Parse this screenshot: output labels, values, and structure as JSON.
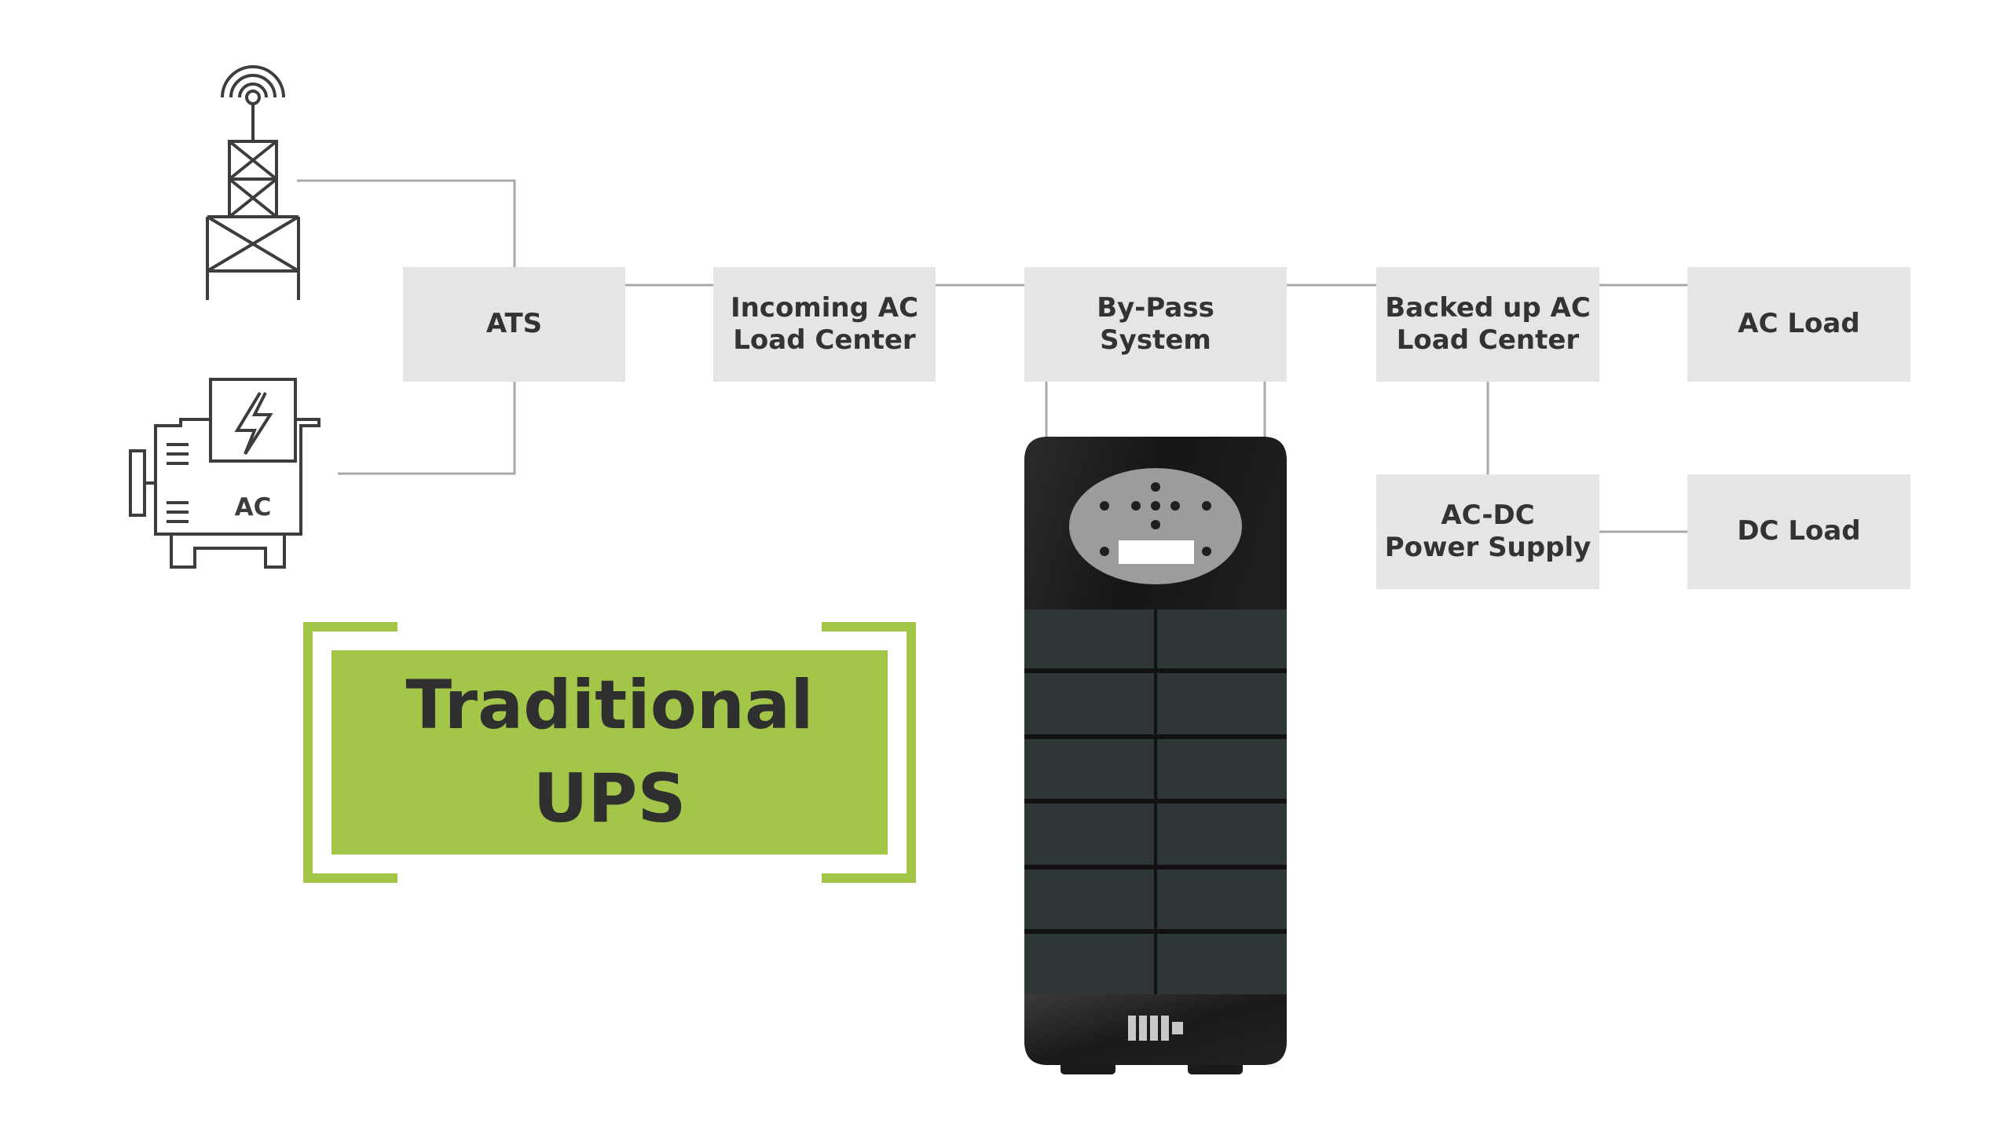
{
  "nodes": {
    "ats": "ATS",
    "incoming_ac": "Incoming AC\nLoad Center",
    "bypass": "By-Pass\nSystem",
    "backed_up_ac": "Backed up AC\nLoad Center",
    "ac_load": "AC Load",
    "ac_dc": "AC-DC\nPower Supply",
    "dc_load": "DC Load"
  },
  "generator_label": "AC",
  "title": {
    "line1": "Traditional",
    "line2": "UPS"
  },
  "colors": {
    "box_fill": "#e5e5e5",
    "connector": "#a9a9a9",
    "accent_green": "#a3c548",
    "ups_body": "#2f3637",
    "text_dark": "#333333"
  },
  "icons": [
    "cell-tower-icon",
    "generator-icon",
    "ups-cabinet-icon",
    "battery-icon"
  ]
}
